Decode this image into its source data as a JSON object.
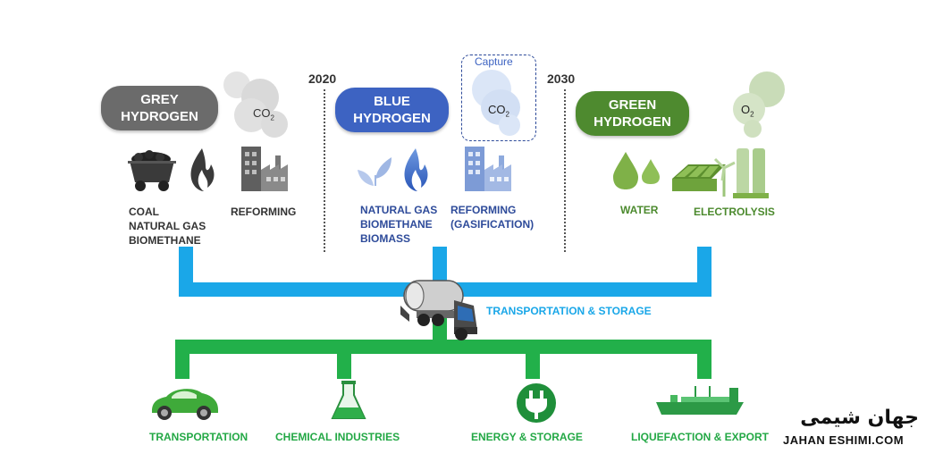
{
  "colors": {
    "grey_pill": "#6b6b6b",
    "blue_pill": "#3d63c2",
    "green_pill": "#4e8a2f",
    "pipe_blue": "#1aa7e8",
    "pipe_green": "#22b04a"
  },
  "years": [
    "2020",
    "2030"
  ],
  "grey": {
    "title_line1": "GREY",
    "title_line2": "HYDROGEN",
    "co2_prefix": "CO",
    "co2_sub": "2",
    "source_lines": [
      "COAL",
      "NATURAL GAS",
      "BIOMETHANE"
    ],
    "process": "REFORMING"
  },
  "blue": {
    "title_line1": "BLUE",
    "title_line2": "HYDROGEN",
    "capture": "Capture",
    "co2_prefix": "CO",
    "co2_sub": "2",
    "source_lines": [
      "NATURAL GAS",
      "BIOMETHANE",
      "BIOMASS"
    ],
    "process_lines": [
      "REFORMING",
      "(GASIFICATION)"
    ]
  },
  "green": {
    "title_line1": "GREEN",
    "title_line2": "HYDROGEN",
    "o2_prefix": "O",
    "o2_sub": "2",
    "source": "WATER",
    "process": "ELECTROLYSIS"
  },
  "transport_label": "TRANSPORTATION & STORAGE",
  "uses": [
    "TRANSPORTATION",
    "CHEMICAL INDUSTRIES",
    "ENERGY & STORAGE",
    "LIQUEFACTION & EXPORT"
  ],
  "logo": {
    "arabic": "جهان شیمی",
    "latin": "JAHAN ESHIMI.COM"
  }
}
